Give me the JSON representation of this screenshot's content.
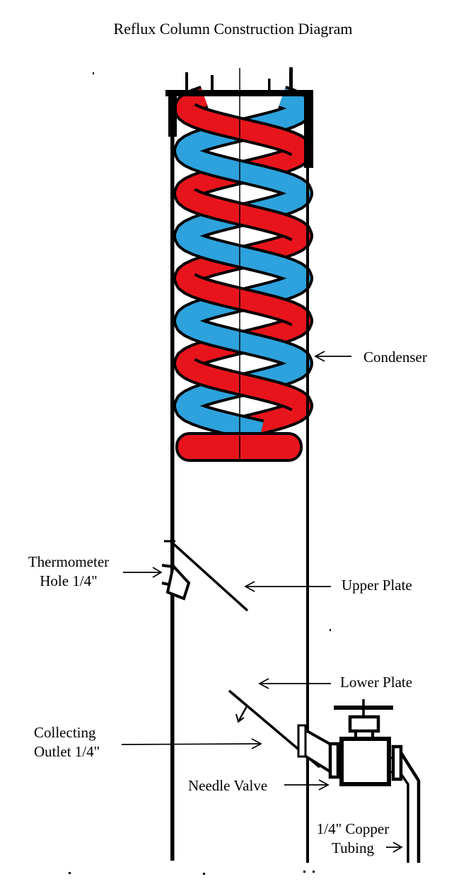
{
  "title": "Reflux Column Construction Diagram",
  "labels": {
    "condenser": "Condenser",
    "thermometer": {
      "line1": "Thermometer",
      "line2": "Hole 1/4\""
    },
    "upper_plate": "Upper Plate",
    "lower_plate": "Lower Plate",
    "collecting": {
      "line1": "Collecting",
      "line2": "Outlet 1/4\""
    },
    "needle_valve": "Needle Valve",
    "copper_tubing": {
      "line1": "1/4\" Copper",
      "line2": "Tubing"
    }
  },
  "colors": {
    "coil_hot": "#e8141c",
    "coil_cold": "#2da2dc",
    "ink": "#000000",
    "background": "#ffffff"
  }
}
